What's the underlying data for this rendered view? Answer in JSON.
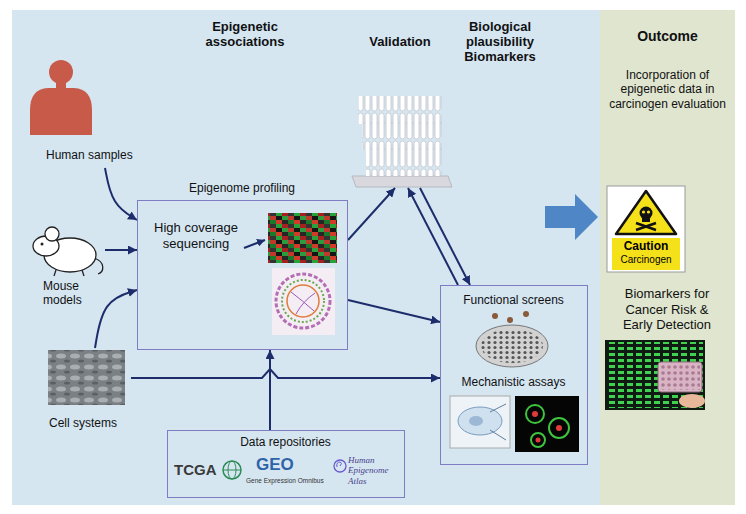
{
  "diagram": {
    "nodes": [
      {
        "text": [
          "Human samples"
        ]
      },
      {
        "text": [
          "Mouse models"
        ]
      },
      {
        "text": [
          "Cell systems"
        ]
      },
      {
        "text": [
          "Epigenome profiling",
          "High coverage sequencing"
        ]
      },
      {
        "text": [
          "Data repositories"
        ]
      },
      {
        "text": [
          "Validation"
        ]
      },
      {
        "text": [
          "Functional screens",
          "Mechanistic assays"
        ]
      },
      {
        "text": [
          "Outcome",
          "Incorporation of epigenetic data in carcinogen evaluation",
          "Biomarkers for Cancer Risk & Early Detection"
        ]
      }
    ],
    "edges": [
      {
        "from": 0,
        "to": 3,
        "arrow": "to"
      },
      {
        "from": 1,
        "to": 3,
        "arrow": "to"
      },
      {
        "from": 2,
        "to": 3,
        "arrow": "to"
      },
      {
        "from": 2,
        "to": 6,
        "arrow": "to"
      },
      {
        "from": 4,
        "to": 3,
        "arrow": "to"
      },
      {
        "from": 3,
        "to": 5,
        "arrow": "to"
      },
      {
        "from": 3,
        "to": 6,
        "arrow": "to"
      },
      {
        "from": 5,
        "to": 6,
        "arrow": "to"
      },
      {
        "from": 6,
        "to": 5,
        "arrow": "to"
      }
    ],
    "labels": [
      "Epigenetic associations",
      "Biological plausibility Biomarkers",
      "TCGA",
      "GEO",
      "Gene Expression Omnibus",
      "Human Epigenome Atlas",
      "Caution",
      "Carcinogen"
    ]
  }
}
